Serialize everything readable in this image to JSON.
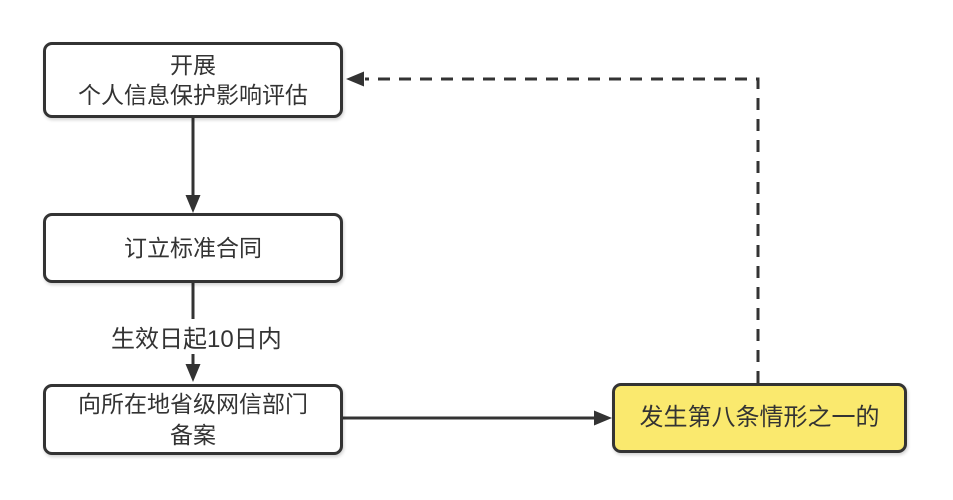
{
  "diagram_type": "flowchart",
  "nodes": {
    "assessment": {
      "line1": "开展",
      "line2": "个人信息保护影响评估"
    },
    "contract": {
      "label": "订立标准合同"
    },
    "filing": {
      "line1": "向所在地省级网信部门",
      "line2": "备案"
    },
    "trigger": {
      "label": "发生第八条情形之一的"
    }
  },
  "edges": [
    {
      "from": "assessment",
      "to": "contract",
      "style": "solid-arrow",
      "label": ""
    },
    {
      "from": "contract",
      "to": "filing",
      "style": "solid-arrow",
      "label": "生效日起10日内"
    },
    {
      "from": "filing",
      "to": "trigger",
      "style": "solid-arrow",
      "label": ""
    },
    {
      "from": "trigger",
      "to": "assessment",
      "style": "dashed-arrow",
      "label": ""
    }
  ],
  "colors": {
    "outline": "#333333",
    "text": "#333333",
    "node_fill": "#ffffff",
    "highlight_fill": "#fae96e",
    "background": "#ffffff"
  }
}
